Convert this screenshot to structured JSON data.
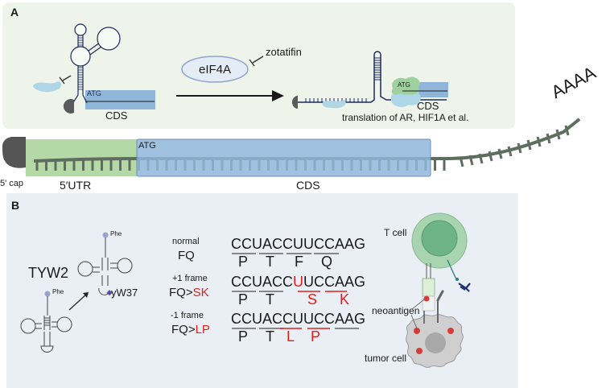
{
  "panel_a": {
    "label": "A",
    "left_cds_start": "ATG",
    "left_cds_label": "CDS",
    "factor": "eIF4A",
    "inhibitor": "zotatifin",
    "right_cds_start": "ATG",
    "right_cds_label": "CDS",
    "translation_note": "translation of AR, HIF1A et al."
  },
  "mrna": {
    "cap_label": "5' cap",
    "utr_label": "5′UTR",
    "cds_start": "ATG",
    "cds_label": "CDS",
    "polya_tail": "AAAA"
  },
  "panel_b": {
    "label": "B",
    "enzyme": "TYW2",
    "trna_amino_acid_before": "Phe",
    "trna_amino_acid_after": "Phe",
    "modification": "yW37",
    "rows": [
      {
        "title": "normal",
        "change_prefix": "FQ",
        "change_mutant": "",
        "sequence_black_1": "CCUACC",
        "sequence_red": "",
        "sequence_black_2": "UUCCAAG",
        "amino_acids": [
          "P",
          "T",
          "F",
          "Q"
        ],
        "amino_acid_colors": [
          "#1a1a1a",
          "#1a1a1a",
          "#1a1a1a",
          "#1a1a1a"
        ]
      },
      {
        "title": "+1 frame",
        "change_prefix": "FQ>",
        "change_mutant": "SK",
        "sequence_black_1": "CCUACC",
        "sequence_red": "U",
        "sequence_black_2": "UCCAAG",
        "amino_acids": [
          "P",
          "T",
          "S",
          "K"
        ],
        "amino_acid_colors": [
          "#1a1a1a",
          "#1a1a1a",
          "#e0201b",
          "#e0201b"
        ]
      },
      {
        "title": "-1 frame",
        "change_prefix": "FQ>",
        "change_mutant": "LP",
        "sequence_black_1": "CCUACCUUCCAAG",
        "sequence_red": "",
        "sequence_black_2": "",
        "amino_acids": [
          "P",
          "T",
          "L",
          "P"
        ],
        "amino_acid_colors": [
          "#1a1a1a",
          "#1a1a1a",
          "#e0201b",
          "#e0201b"
        ]
      }
    ],
    "t_cell_label": "T cell",
    "neoantigen_label": "neoantigen",
    "tumor_cell_label": "tumor cell"
  },
  "colors": {
    "panel_a_bg": "#eef4ea",
    "panel_b_bg": "#eaeff6",
    "utr_green": "#b5d9a6",
    "cds_blue": "#9dc0e3",
    "mutation_red": "#e0201b",
    "rna_navy": "#1f2a5c",
    "t_cell_green": "#a8d5b0"
  }
}
